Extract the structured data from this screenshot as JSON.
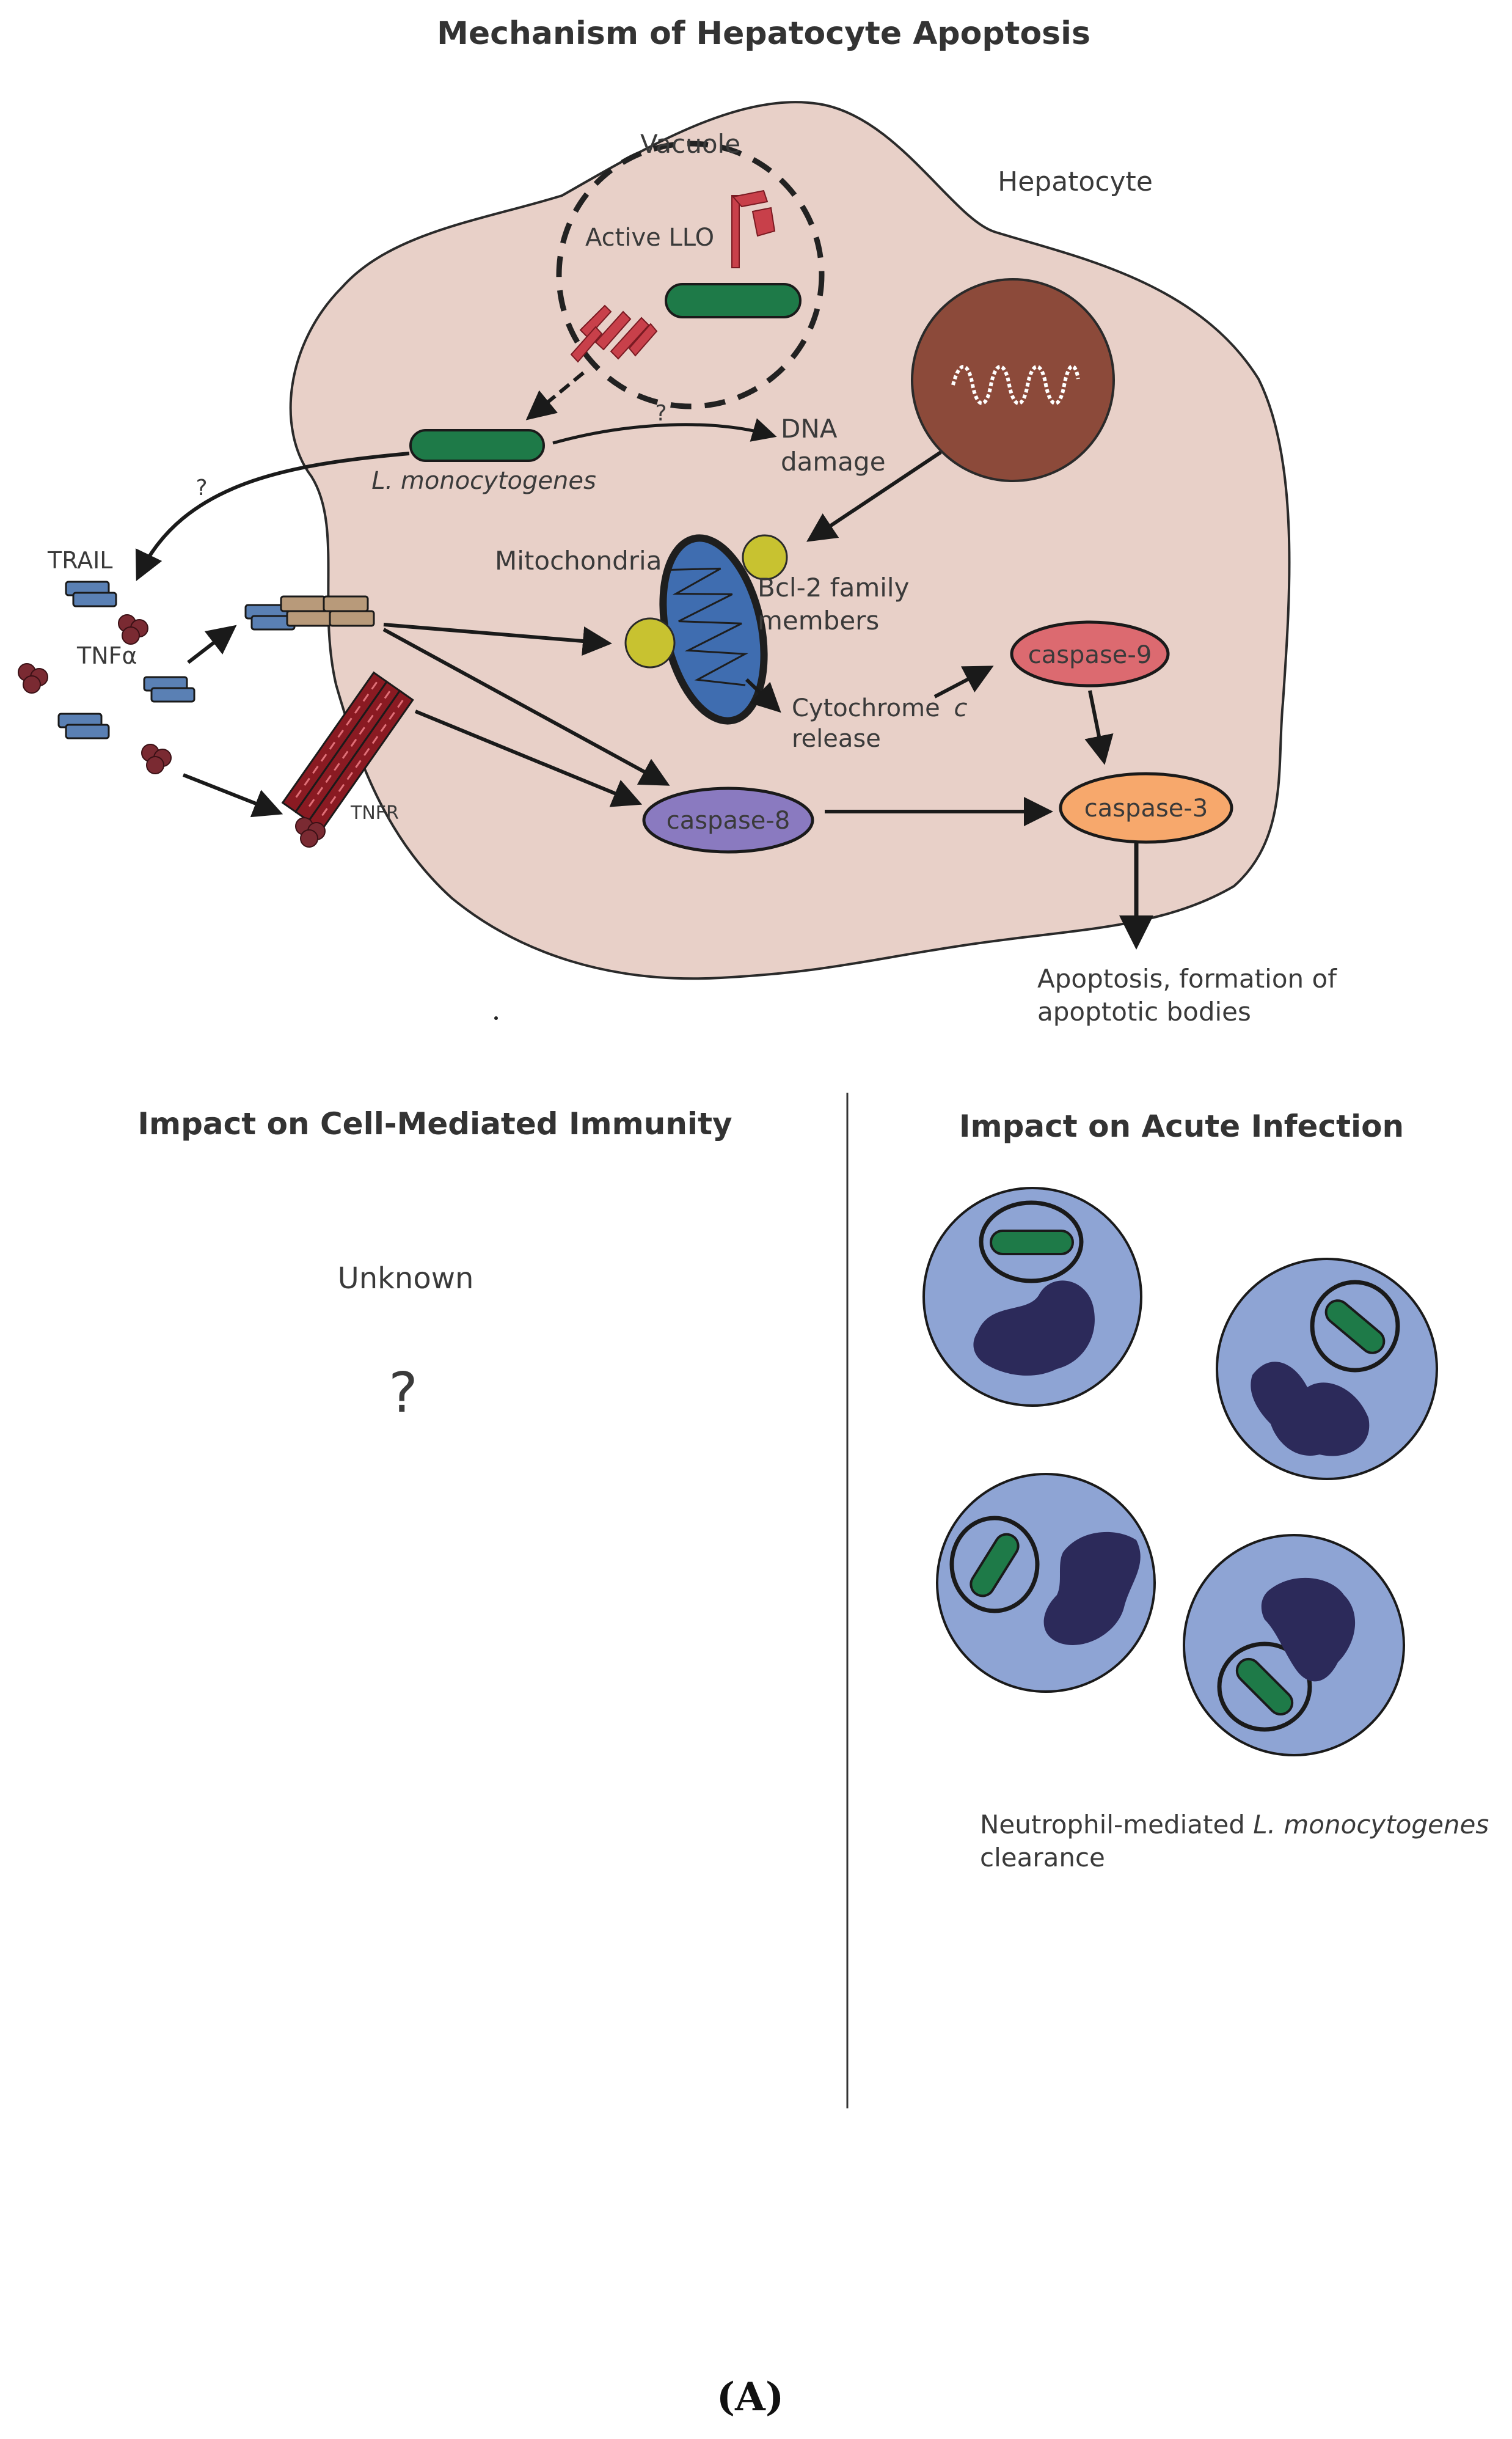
{
  "titles": {
    "mechanism": "Mechanism of Hepatocyte Apoptosis",
    "cell_mediated": "Impact on Cell-Mediated Immunity",
    "acute": "Impact on Acute Infection"
  },
  "labels": {
    "vacuole": "Vacuole",
    "hepatocyte": "Hepatocyte",
    "active_llo": "Active LLO",
    "l_mono": "L. monocytogenes",
    "dna_line1": "DNA",
    "dna_line2": "damage",
    "question1": "?",
    "question2": "?",
    "trail": "TRAIL",
    "tnfa": "TNFα",
    "tnfr": "TNFR",
    "mitochondria": "Mitochondria",
    "bcl2_line1": "Bcl-2 family",
    "bcl2_line2": "members",
    "cyto_line1": "Cytochrome",
    "cyto_c": "c",
    "cyto_line2": "release",
    "caspase9": "caspase-9",
    "caspase8": "caspase-8",
    "caspase3": "caspase-3",
    "apop_line1": "Apoptosis, formation of",
    "apop_line2": "apoptotic bodies",
    "unknown": "Unknown",
    "unknown_q": "?",
    "neut_prefix": "Neutrophil-mediated ",
    "neut_ital": "L. monocytogenes",
    "neut_line2": "clearance",
    "panel": "(A)"
  },
  "colors": {
    "cell": "#e8d0c8",
    "nucleus": "#8c4a3a",
    "bacterium": "#1e7a48",
    "llo": "#c8404a",
    "mito": "#3f6db0",
    "bcl2": "#c8c230",
    "caspase9": "#dc6a70",
    "caspase8": "#8a7ac0",
    "caspase3": "#f7a86c",
    "trail": "#5a80b4",
    "receptor": "#b89a7a",
    "tnfa": "#7a2a32",
    "neutrophil": "#8ea4d4",
    "neutro_nucleus": "#2c2a5a"
  }
}
